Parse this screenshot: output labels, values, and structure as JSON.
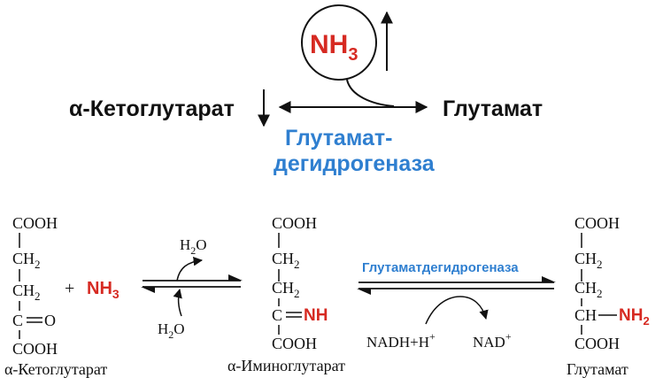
{
  "colors": {
    "text": "#111111",
    "accent_red": "#d62a22",
    "accent_blue": "#2f7fd0",
    "line": "#111111"
  },
  "top": {
    "ammonia": {
      "main": "NH",
      "sub": "3"
    },
    "substrate": "α-Кетоглутарат",
    "product": "Глутамат",
    "enzyme_line1": "Глутамат-",
    "enzyme_line2": "дегидрогеназа"
  },
  "bottom": {
    "keto": {
      "cooh_top": "COOH",
      "ch2_1": "CH",
      "ch2_1_sub": "2",
      "ch2_2": "CH",
      "ch2_2_sub": "2",
      "c": "C",
      "o": "O",
      "cooh_bottom": "COOH",
      "name": "α-Кетоглутарат"
    },
    "plus": "+",
    "ammonia": {
      "main": "NH",
      "sub": "3"
    },
    "water_out": {
      "main": "H",
      "sub": "2",
      "tail": "O"
    },
    "water_in": {
      "main": "H",
      "sub": "2",
      "tail": "O"
    },
    "imino": {
      "cooh_top": "COOH",
      "ch2_1": "CH",
      "ch2_1_sub": "2",
      "ch2_2": "CH",
      "ch2_2_sub": "2",
      "c": "C",
      "nh": "NH",
      "cooh_bottom": "COOH",
      "name": "α-Иминоглутарат"
    },
    "enzyme": "Глутаматдегидрогеназа",
    "nadh": {
      "main": "NADH+H",
      "sup": "+"
    },
    "nad": {
      "main": "NAD",
      "sup": "+"
    },
    "glutamate": {
      "cooh_top": "COOH",
      "ch2_1": "CH",
      "ch2_1_sub": "2",
      "ch2_2": "CH",
      "ch2_2_sub": "2",
      "ch": "CH",
      "nh2": "NH",
      "nh2_sub": "2",
      "cooh_bottom": "COOH",
      "name": "Глутамат"
    }
  }
}
